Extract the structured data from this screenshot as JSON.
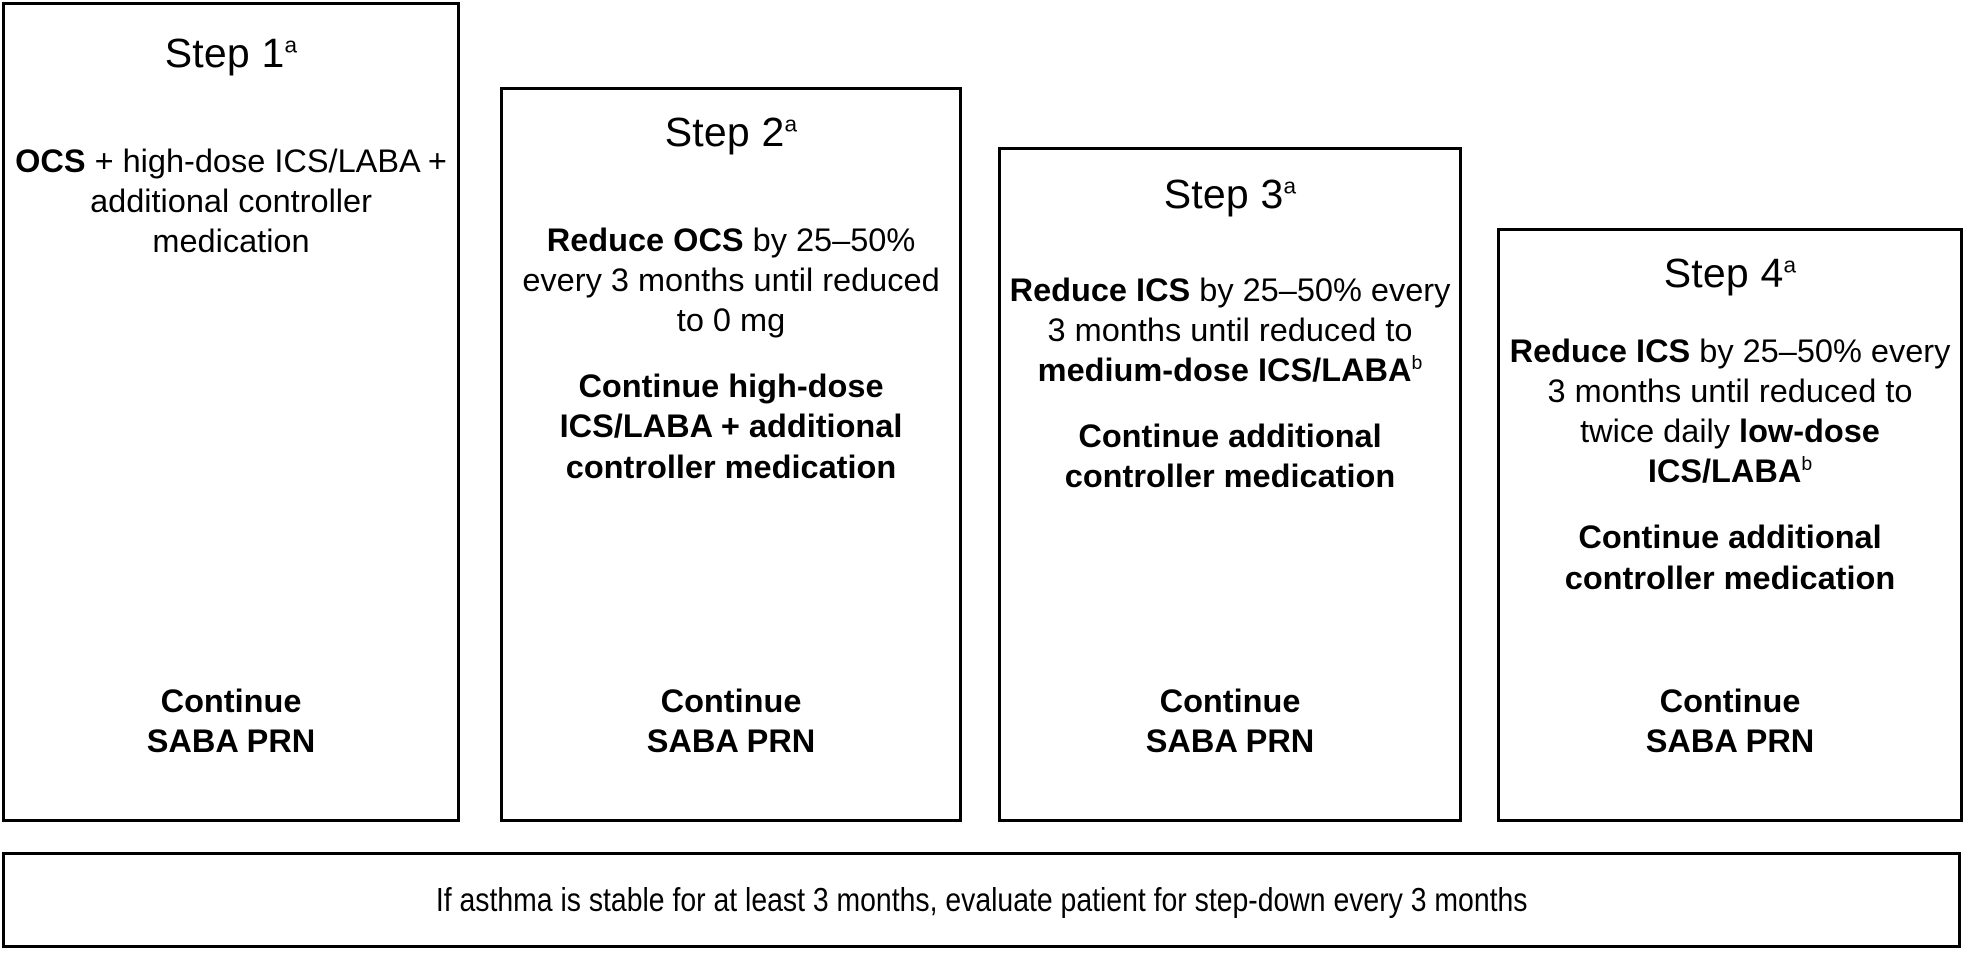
{
  "diagram": {
    "title_prefix": "Step",
    "footnote_a": "a",
    "footnote_b": "b"
  },
  "steps": [
    {
      "id": "step-1",
      "title": "Step 1",
      "title_sup": "a",
      "paragraphs": [
        {
          "id": "step1-medication",
          "bold_lead": "OCS",
          "rest": " + high-dose ICS/LABA + additional controller medication",
          "sup": ""
        }
      ],
      "footer_line1": "Continue",
      "footer_line2": "SABA PRN"
    },
    {
      "id": "step-2",
      "title": "Step 2",
      "title_sup": "a",
      "paragraphs": [
        {
          "id": "step2-reduce",
          "bold_lead": "Reduce OCS",
          "rest": " by 25–50% every 3 months until reduced to 0 mg",
          "sup": ""
        },
        {
          "id": "step2-continue",
          "all_bold": "Continue high-dose ICS/LABA + additional controller medication",
          "sup": ""
        }
      ],
      "footer_line1": "Continue",
      "footer_line2": "SABA PRN"
    },
    {
      "id": "step-3",
      "title": "Step 3",
      "title_sup": "a",
      "paragraphs": [
        {
          "id": "step3-reduce",
          "bold_lead": "Reduce ICS",
          "rest": " by 25–50% every 3 months until reduced to ",
          "bold_tail": "medium-dose ICS/LABA",
          "sup": "b"
        },
        {
          "id": "step3-continue",
          "all_bold": "Continue additional controller medication",
          "sup": ""
        }
      ],
      "footer_line1": "Continue",
      "footer_line2": "SABA PRN"
    },
    {
      "id": "step-4",
      "title": "Step 4",
      "title_sup": "a",
      "paragraphs": [
        {
          "id": "step4-reduce",
          "bold_lead": "Reduce ICS",
          "rest": " by 25–50% every 3 months until reduced to twice daily ",
          "bold_tail": "low-dose ICS/LABA",
          "sup": "b"
        },
        {
          "id": "step4-continue",
          "all_bold": "Continue additional controller medication",
          "sup": ""
        }
      ],
      "footer_line1": "Continue",
      "footer_line2": "SABA PRN"
    }
  ],
  "bottom_bar": {
    "text": "If asthma is stable for at least 3 months, evaluate patient for step-down every 3 months"
  },
  "colors": {
    "border": "#000000",
    "background": "#ffffff",
    "text": "#000000"
  }
}
